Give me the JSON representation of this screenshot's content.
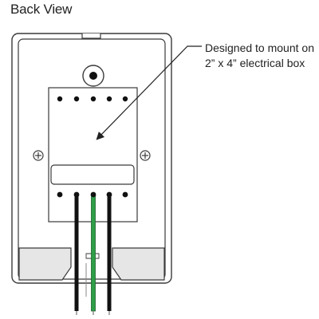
{
  "title": "Back View",
  "callout": {
    "line1": "Designed to mount on",
    "line2": "2” x 4” electrical box"
  },
  "wires": [
    {
      "color": "#111111"
    },
    {
      "color": "#111111"
    },
    {
      "color": "#2e9e48"
    },
    {
      "color": "#111111"
    },
    {
      "color": "#111111"
    }
  ],
  "colors": {
    "outline": "#3a3a3a",
    "fill": "#ffffff",
    "shade": "#e6e6e6",
    "accent_wire": "#2e9e48"
  },
  "icons": [
    "mounting-screw-icon",
    "center-hole-icon",
    "arrow-icon"
  ]
}
